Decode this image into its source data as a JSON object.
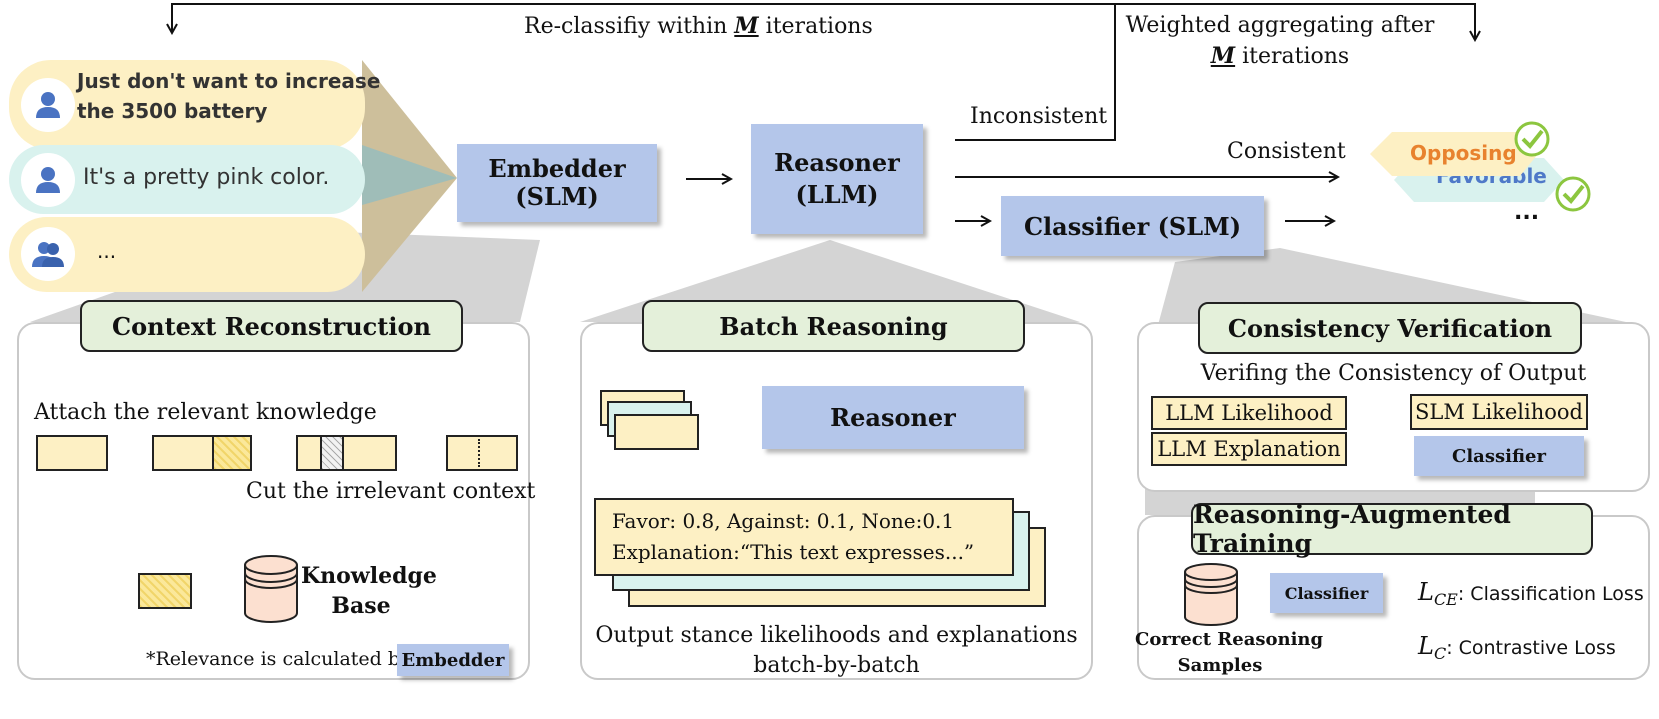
{
  "top": {
    "reclassify": "Re-classifiy within M iterations",
    "reclassify_pre": "Re-classifiy within",
    "reclassify_m": "M",
    "reclassify_post": "iterations",
    "weighted_line1": "Weighted aggregating after",
    "weighted_m": "M",
    "weighted_line2": "iterations",
    "inconsistent": "Inconsistent",
    "consistent": "Consistent"
  },
  "inputs": [
    {
      "text_line1": "Just don't want to increase",
      "text_line2": "the 3500 battery"
    },
    {
      "text": "It's a pretty pink color."
    },
    {
      "text": "..."
    }
  ],
  "modules": {
    "embedder_line1": "Embedder",
    "embedder_line2": "(SLM)",
    "reasoner_line1": "Reasoner",
    "reasoner_line2": "(LLM)",
    "classifier": "Classifier (SLM)"
  },
  "outputs": {
    "opposing": "Opposing",
    "favorable": "Favorable",
    "more": "..."
  },
  "context": {
    "title": "Context Reconstruction",
    "attach": "Attach the relevant knowledge",
    "cut": "Cut the irrelevant context",
    "kb_line1": "Knowledge",
    "kb_line2": "Base",
    "note": "*Relevance is calculated by",
    "note_tag": "Embedder"
  },
  "batch": {
    "title": "Batch Reasoning",
    "reasoner": "Reasoner",
    "result_line1": "Favor: 0.8, Against: 0.1, None:0.1",
    "result_line2": "Explanation:“This text expresses...”",
    "caption_line1": "Output stance likelihoods and explanations",
    "caption_line2": "batch-by-batch"
  },
  "consistency": {
    "title": "Consistency Verification",
    "subtitle": "Verifing the Consistency of Output",
    "llm_likelihood": "LLM Likelihood",
    "llm_explanation": "LLM Explanation",
    "slm_likelihood": "SLM Likelihood",
    "classifier": "Classifier"
  },
  "training": {
    "title": "Reasoning-Augmented Training",
    "samples_line1": "Correct Reasoning",
    "samples_line2": "Samples",
    "classifier": "Classifier",
    "loss_ce_symbol": "L",
    "loss_ce_sub": "CE",
    "loss_ce_label": ": Classification Loss",
    "loss_c_symbol": "L",
    "loss_c_sub": "C",
    "loss_c_label": ": Contrastive Loss"
  },
  "colors": {
    "module_blue": "#b4c6ea",
    "cream": "#fdf0c4",
    "mint": "#d9f2ee",
    "title_green": "#e4f0da",
    "opposing_orange": "#e8822e",
    "favorable_blue": "#4f79c8",
    "check_green": "#8cc63f"
  }
}
